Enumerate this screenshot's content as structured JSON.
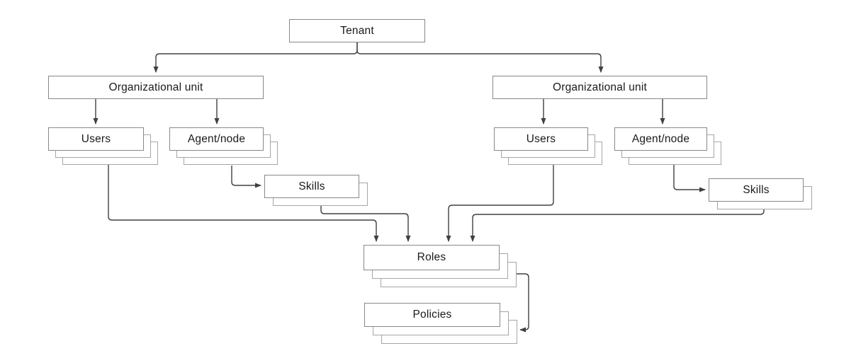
{
  "diagram": {
    "type": "hierarchy-flowchart",
    "nodes": {
      "tenant": {
        "label": "Tenant"
      },
      "org_unit_left": {
        "label": "Organizational unit"
      },
      "org_unit_right": {
        "label": "Organizational unit"
      },
      "users_left": {
        "label": "Users",
        "stacked": true
      },
      "agent_node_left": {
        "label": "Agent/node",
        "stacked": true
      },
      "skills_left": {
        "label": "Skills",
        "stacked": true
      },
      "users_right": {
        "label": "Users",
        "stacked": true
      },
      "agent_node_right": {
        "label": "Agent/node",
        "stacked": true
      },
      "skills_right": {
        "label": "Skills",
        "stacked": true
      },
      "roles": {
        "label": "Roles",
        "stacked": true
      },
      "policies": {
        "label": "Policies",
        "stacked": true
      }
    },
    "edges": [
      {
        "from": "tenant",
        "to": "org_unit_left"
      },
      {
        "from": "tenant",
        "to": "org_unit_right"
      },
      {
        "from": "org_unit_left",
        "to": "users_left"
      },
      {
        "from": "org_unit_left",
        "to": "agent_node_left"
      },
      {
        "from": "org_unit_right",
        "to": "users_right"
      },
      {
        "from": "org_unit_right",
        "to": "agent_node_right"
      },
      {
        "from": "agent_node_left",
        "to": "skills_left"
      },
      {
        "from": "agent_node_right",
        "to": "skills_right"
      },
      {
        "from": "users_left",
        "to": "roles"
      },
      {
        "from": "skills_left",
        "to": "roles"
      },
      {
        "from": "users_right",
        "to": "roles"
      },
      {
        "from": "skills_right",
        "to": "roles"
      },
      {
        "from": "roles",
        "to": "policies"
      }
    ],
    "colors": {
      "background": "#ffffff",
      "node_border": "#888888",
      "stack_border": "#a6a6a6",
      "connector": "#404040",
      "text": "#1a1a1a"
    }
  }
}
